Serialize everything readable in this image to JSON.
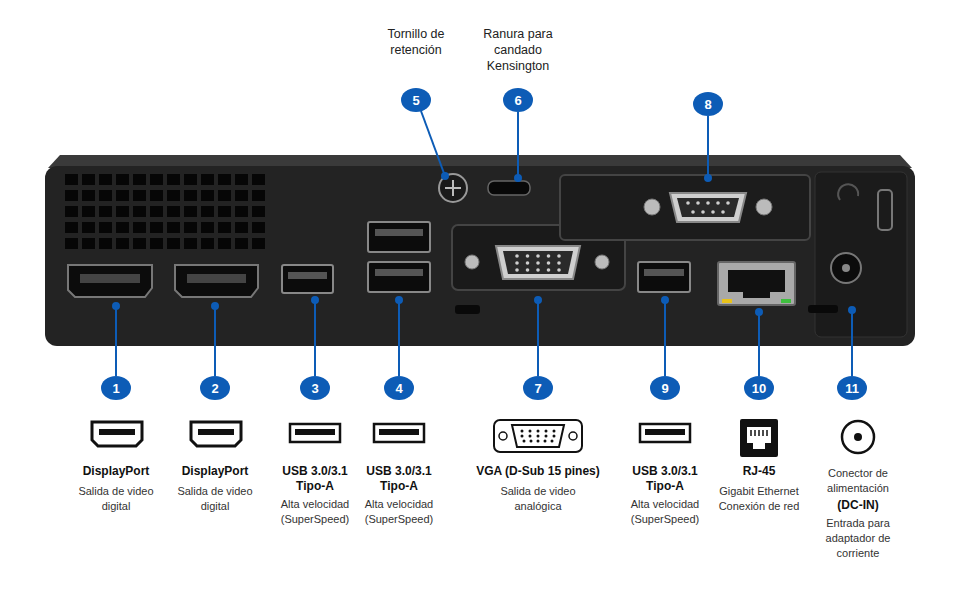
{
  "diagram": {
    "nodes": [
      {
        "text": [
          "1"
        ]
      },
      {
        "text": [
          "2"
        ]
      },
      {
        "text": [
          "3"
        ]
      },
      {
        "text": [
          "4"
        ]
      },
      {
        "text": [
          "5"
        ]
      },
      {
        "text": [
          "6"
        ]
      },
      {
        "text": [
          "7"
        ]
      },
      {
        "text": [
          "8"
        ]
      },
      {
        "text": [
          "9"
        ]
      },
      {
        "text": [
          "10"
        ]
      },
      {
        "text": [
          "11"
        ]
      }
    ],
    "labels": [
      "Tornillo de retención",
      "Ranura para candado Kensington",
      "DisplayPort",
      "Salida de video digital",
      "DisplayPort",
      "Salida de video digital",
      "USB 3.0/3.1 Tipo-A",
      "Alta velocidad (SuperSpeed)",
      "USB 3.0/3.1 Tipo-A",
      "Alta velocidad (SuperSpeed)",
      "VGA (D-Sub 15 pines)",
      "Salida de video analógica",
      "USB 3.0/3.1 Tipo-A",
      "Alta velocidad (SuperSpeed)",
      "RJ-45",
      "Gigabit Ethernet Conexión de red",
      "Conector de alimentación",
      "(DC-IN)",
      "Entrada para adaptador de corriente"
    ]
  }
}
